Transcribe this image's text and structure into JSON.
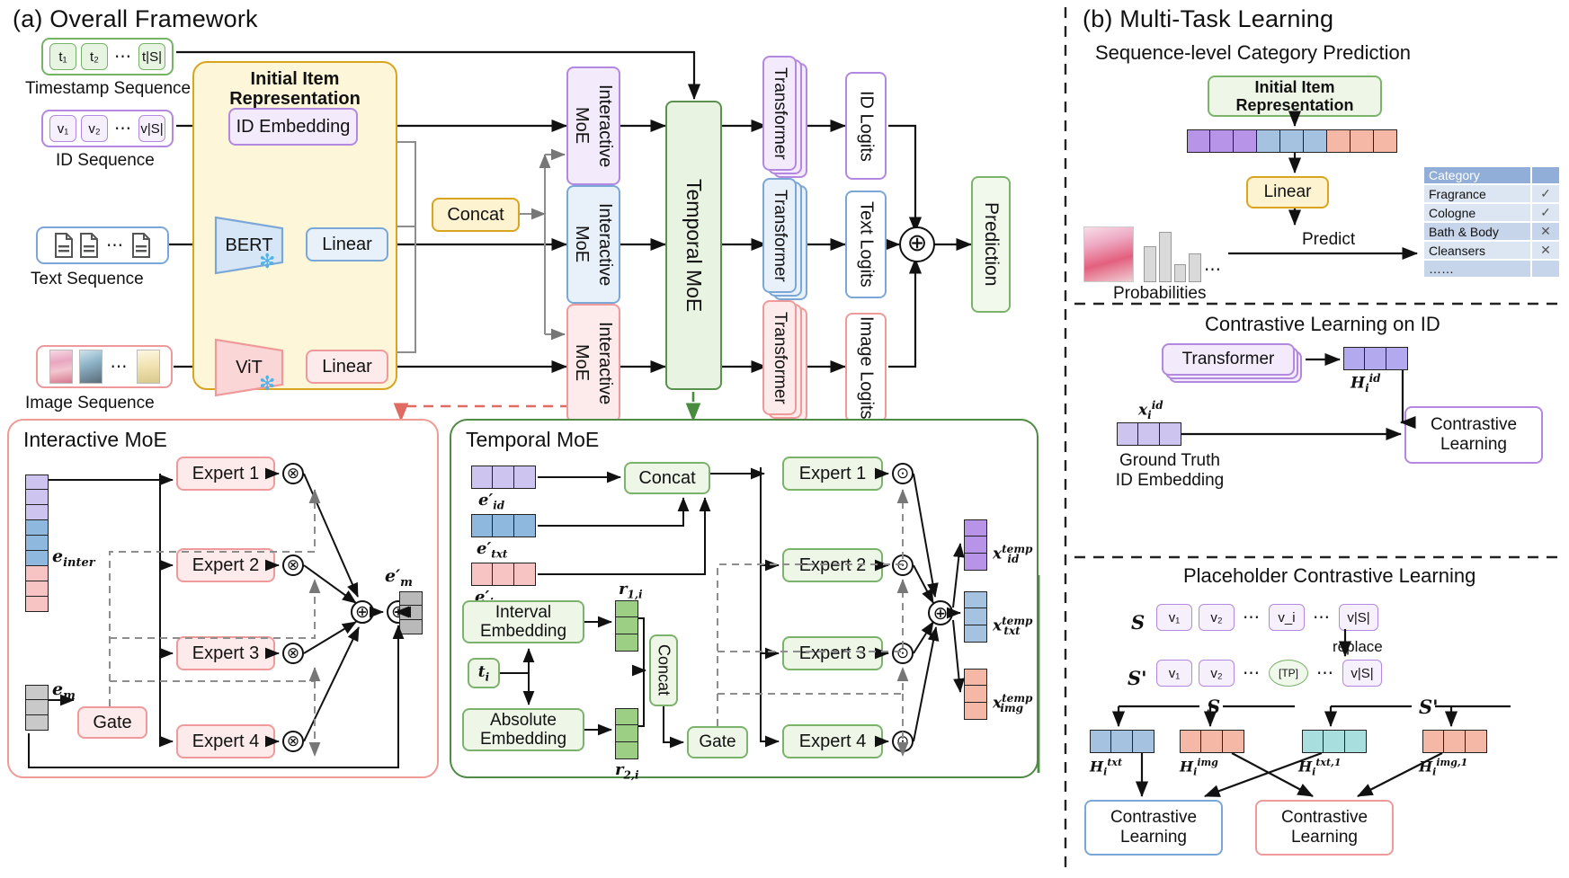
{
  "panels": {
    "a_title": "(a) Overall Framework",
    "b_title": "(b) Multi-Task Learning",
    "interactive_moe_title": "Interactive MoE",
    "temporal_moe_title": "Temporal MoE",
    "b_sub1": "Sequence-level Category Prediction",
    "b_sub2": "Contrastive Learning on ID",
    "b_sub3": "Placeholder Contrastive Learning"
  },
  "inputs": {
    "timestamp": {
      "label": "Timestamp Sequence",
      "chips": [
        "t₁",
        "t₂",
        "⋯",
        "t|S|"
      ]
    },
    "id": {
      "label": "ID Sequence",
      "chips": [
        "v₁",
        "v₂",
        "⋯",
        "v|S|"
      ]
    },
    "text": {
      "label": "Text Sequence"
    },
    "image": {
      "label": "Image Sequence"
    }
  },
  "framework": {
    "initial_item_rep": "Initial Item\nRepresentation",
    "initial_item_rep_l1": "Initial Item",
    "initial_item_rep_l2": "Representation",
    "id_embedding": "ID Embedding",
    "bert": "BERT",
    "vit": "ViT",
    "linear": "Linear",
    "concat": "Concat",
    "interactive_moe": "Interactive\nMoE",
    "interactive_moe_l1": "Interactive",
    "interactive_moe_l2": "MoE",
    "temporal_moe": "Temporal MoE",
    "transformer": "Transformer",
    "id_logits": "ID Logits",
    "text_logits": "Text Logits",
    "image_logits": "Image Logits",
    "prediction": "Prediction",
    "plus_symbol": "⊕"
  },
  "interactive_moe": {
    "experts": [
      "Expert 1",
      "Expert 2",
      "Expert 3",
      "Expert 4"
    ],
    "gate": "Gate",
    "input_label": "e_inter",
    "gate_input_label": "e_m",
    "output_label": "e'_m",
    "times_symbol": "⊗",
    "plus_symbol": "⊕"
  },
  "temporal_moe": {
    "vectors": [
      {
        "label": "e'_id",
        "color": "#cdc4f0"
      },
      {
        "label": "e'_txt",
        "color": "#8fb8de"
      },
      {
        "label": "e'_img",
        "color": "#f8c3c3"
      }
    ],
    "concat_top": "Concat",
    "concat_mid": "Concat",
    "interval_embedding_l1": "Interval",
    "interval_embedding_l2": "Embedding",
    "absolute_embedding_l1": "Absolute",
    "absolute_embedding_l2": "Embedding",
    "t_i": "t_i",
    "r1": "r_1,i",
    "r2": "r_2,i",
    "gate": "Gate",
    "experts": [
      "Expert 1",
      "Expert 2",
      "Expert 3",
      "Expert 4"
    ],
    "outputs": [
      {
        "label": "x_id^temp",
        "color": "#b894e8"
      },
      {
        "label": "x_txt^temp",
        "color": "#a5c2e0"
      },
      {
        "label": "x_img^temp",
        "color": "#f6b8a6"
      }
    ],
    "dot_symbol": "⊙",
    "plus_symbol": "⊕"
  },
  "multitask": {
    "initial_item_rep_l1": "Initial Item",
    "initial_item_rep_l2": "Representation",
    "linear": "Linear",
    "probabilities": "Probabilities",
    "predict": "Predict",
    "dots": "⋯",
    "category_table": {
      "header": [
        "Category",
        ""
      ],
      "rows": [
        {
          "name": "Fragrance",
          "mark": "✓"
        },
        {
          "name": "Cologne",
          "mark": "✓"
        },
        {
          "name": "Bath & Body",
          "mark": "✕"
        },
        {
          "name": "Cleansers",
          "mark": "✕"
        },
        {
          "name": "……",
          "mark": ""
        }
      ]
    },
    "transformer": "Transformer",
    "h_id": "H_i^id",
    "x_id": "x_i^id",
    "ground_truth_l1": "Ground Truth",
    "ground_truth_l2": "ID Embedding",
    "contrastive_l1": "Contrastive",
    "contrastive_l2": "Learning",
    "seq_S": "S",
    "seq_Sp": "S'",
    "replace": "replace",
    "tp_token": "[TP]",
    "seq_chips": [
      "v₁",
      "v₂",
      "⋯",
      "v_i",
      "⋯",
      "v|S|"
    ],
    "seq_chips_p": [
      "v₁",
      "v₂",
      "⋯",
      "[TP]",
      "⋯",
      "v|S|"
    ],
    "h_txt": "H_i^txt",
    "h_img": "H_i^img",
    "h_txt1": "H_i^txt,1",
    "h_img1": "H_i^img,1",
    "bracket_S": "S",
    "bracket_Sp": "S'"
  },
  "colors": {
    "purple": "#b388e0",
    "blue": "#7ba7d7",
    "red": "#ef9a9a",
    "green": "#5a9150",
    "yellow": "#d9a521",
    "gray": "#9a9a9a"
  }
}
